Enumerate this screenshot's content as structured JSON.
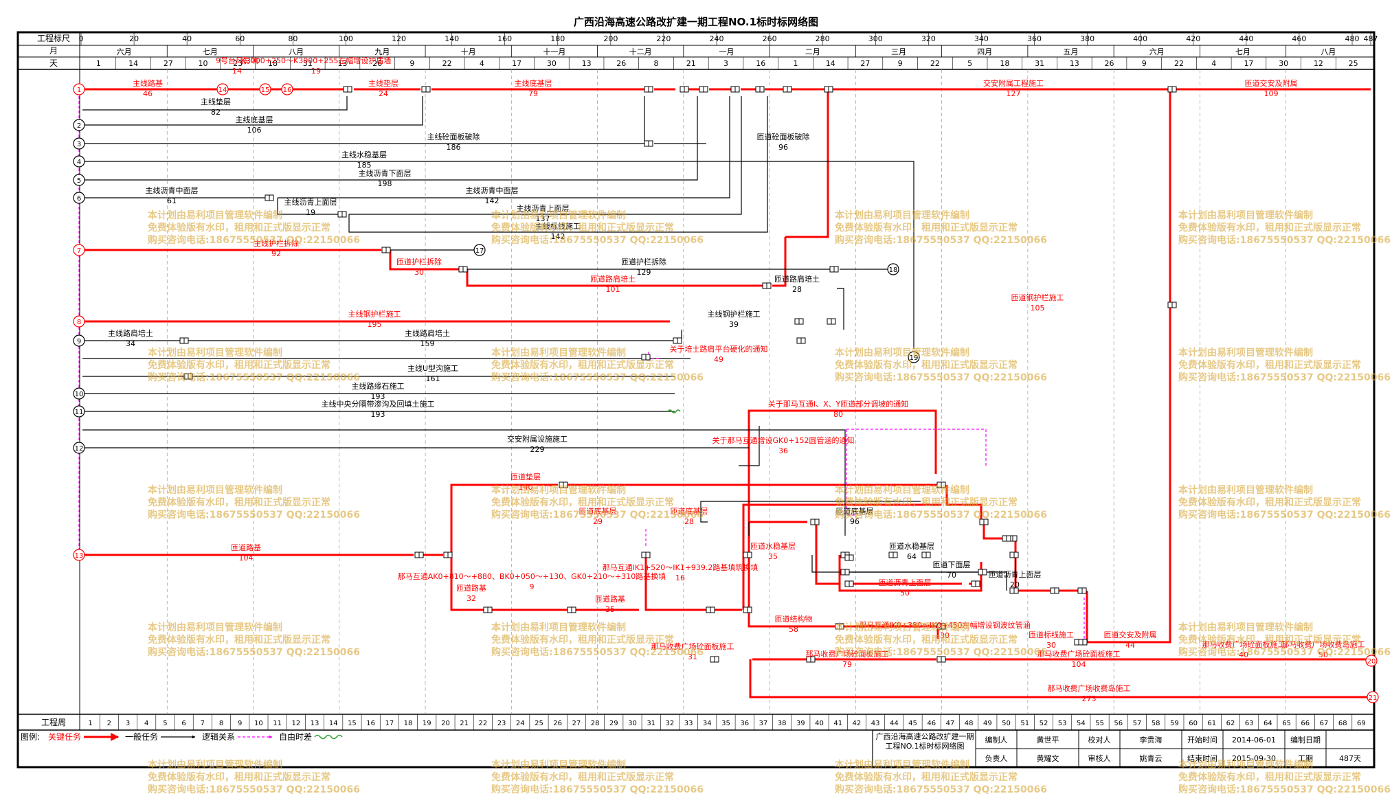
{
  "title": "广西沿海高速公路改扩建一期工程NO.1标时标网络图",
  "colors": {
    "critical": "#ff0000",
    "normal": "#000000",
    "free": "#ff00ff",
    "logic": "#000000",
    "wave": "#2ca02c",
    "grid": "#888888",
    "watermark": "#d9a93d"
  },
  "axis": {
    "top_label": "工程标尺",
    "month_label": "月",
    "day_label": "天",
    "week_label": "工程周",
    "scale_ticks": [
      "0",
      "20",
      "40",
      "60",
      "80",
      "100",
      "120",
      "140",
      "160",
      "180",
      "200",
      "220",
      "240",
      "260",
      "280",
      "300",
      "320",
      "340",
      "360",
      "380",
      "400",
      "420",
      "440",
      "460",
      "480",
      "487"
    ],
    "months": [
      "六月",
      "七月",
      "八月",
      "九月",
      "十月",
      "十一月",
      "十二月",
      "一月",
      "二月",
      "三月",
      "四月",
      "五月",
      "六月",
      "七月",
      "八月"
    ],
    "days": [
      "1",
      "14",
      "27",
      "10",
      "23",
      "18",
      "31",
      "13",
      "26",
      "9",
      "22",
      "4",
      "17",
      "30",
      "13",
      "26",
      "8",
      "21",
      "3",
      "16",
      "1",
      "14",
      "27",
      "9",
      "22",
      "5",
      "18",
      "31",
      "13",
      "26",
      "9",
      "22",
      "4",
      "17",
      "30",
      "12",
      "25"
    ],
    "weeks": [
      "1",
      "2",
      "3",
      "4",
      "5",
      "6",
      "7",
      "8",
      "9",
      "10",
      "11",
      "12",
      "13",
      "14",
      "15",
      "16",
      "17",
      "18",
      "19",
      "20",
      "21",
      "22",
      "23",
      "24",
      "25",
      "26",
      "27",
      "28",
      "29",
      "30",
      "31",
      "32",
      "33",
      "34",
      "35",
      "36",
      "37",
      "38",
      "39",
      "40",
      "41",
      "42",
      "43",
      "44",
      "45",
      "46",
      "47",
      "48",
      "49",
      "50",
      "51",
      "52",
      "53",
      "54",
      "55",
      "56",
      "57",
      "58",
      "59",
      "60",
      "61",
      "62",
      "63",
      "64",
      "65",
      "66",
      "67",
      "68",
      "69"
    ]
  },
  "nodes": [
    "1",
    "2",
    "3",
    "4",
    "5",
    "6",
    "7",
    "8",
    "9",
    "10",
    "11",
    "12",
    "13",
    "14",
    "15",
    "16",
    "17",
    "18",
    "19",
    "20",
    "21"
  ],
  "tasks": [
    {
      "name": "主线路基",
      "dur": "46"
    },
    {
      "name": "主线垫层",
      "dur": "82"
    },
    {
      "name": "9号台风影响",
      "dur": "14"
    },
    {
      "name": "K3000+250～K3000+255左幅增设护盾墙",
      "dur": "19"
    },
    {
      "name": "主线垫层",
      "dur": "24"
    },
    {
      "name": "主线底基层",
      "dur": "79"
    },
    {
      "name": "主线底基层",
      "dur": "106"
    },
    {
      "name": "主线砼面板破除",
      "dur": "186"
    },
    {
      "name": "匝道砼面板破除",
      "dur": "96"
    },
    {
      "name": "主线水稳基层",
      "dur": "185"
    },
    {
      "name": "主线沥青下面层",
      "dur": "198"
    },
    {
      "name": "主线沥青中面层",
      "dur": "61"
    },
    {
      "name": "主线沥青上面层",
      "dur": "19"
    },
    {
      "name": "主线沥青中面层",
      "dur": "142"
    },
    {
      "name": "主线沥青上面层",
      "dur": "137"
    },
    {
      "name": "主线标线施工",
      "dur": "142"
    },
    {
      "name": "主线护栏拆除",
      "dur": "92"
    },
    {
      "name": "匝道护栏拆除",
      "dur": "30"
    },
    {
      "name": "匝道护栏拆除",
      "dur": "129"
    },
    {
      "name": "匝道路肩培土",
      "dur": "101"
    },
    {
      "name": "匝道路肩培土",
      "dur": "28"
    },
    {
      "name": "匝道钢护栏施工",
      "dur": "105"
    },
    {
      "name": "主线钢护栏施工",
      "dur": "195"
    },
    {
      "name": "主线钢护栏施工",
      "dur": "39"
    },
    {
      "name": "主线路肩培土",
      "dur": "34"
    },
    {
      "name": "主线路肩培土",
      "dur": "159"
    },
    {
      "name": "关于培土路肩平台硬化的通知",
      "dur": "49"
    },
    {
      "name": "主线U型沟施工",
      "dur": "161"
    },
    {
      "name": "主线路缘石施工",
      "dur": "193"
    },
    {
      "name": "主线中央分隔带渗沟及回填土施工",
      "dur": "193"
    },
    {
      "name": "交安附属设施施工",
      "dur": "229"
    },
    {
      "name": "交安附属工程施工",
      "dur": "127"
    },
    {
      "name": "匝道交安及附属",
      "dur": "109"
    },
    {
      "name": "匝道路基",
      "dur": "104"
    },
    {
      "name": "匝道垫层",
      "dur": "140"
    },
    {
      "name": "匝道底基层",
      "dur": "29"
    },
    {
      "name": "匝道底基层",
      "dur": "28"
    },
    {
      "name": "匝道底基层",
      "dur": "96"
    },
    {
      "name": "匝道路基",
      "dur": "32"
    },
    {
      "name": "那马互通AK0+810～+880、BK0+050～+130、GK0+210～+310路基换填",
      "dur": "9"
    },
    {
      "name": "匝道路基",
      "dur": "35"
    },
    {
      "name": "那马互通IK1+520～IK1+939.2路基填筑换填",
      "dur": "16"
    },
    {
      "name": "匝道水稳基层",
      "dur": "35"
    },
    {
      "name": "匝道水稳基层",
      "dur": "64"
    },
    {
      "name": "匝道下面层",
      "dur": "70"
    },
    {
      "name": "匝道沥青上面层",
      "dur": "50"
    },
    {
      "name": "匝道沥青上面层",
      "dur": "20"
    },
    {
      "name": "匝道结构物",
      "dur": "58"
    },
    {
      "name": "那马收费广场砼面板施工",
      "dur": "31"
    },
    {
      "name": "那马收费广场砼面板施工",
      "dur": "79"
    },
    {
      "name": "那马收费广场砼面板施工",
      "dur": "104"
    },
    {
      "name": "那马收费广场收费岛施工",
      "dur": "273"
    },
    {
      "name": "关于那马互通I、X、Y匝道部分调坡的通知",
      "dur": "80"
    },
    {
      "name": "关于那马互通增设GK0+152圆管涵的通知",
      "dur": "36"
    },
    {
      "name": "匝道标线施工",
      "dur": "30"
    },
    {
      "name": "匝道交安及附属",
      "dur": "44"
    },
    {
      "name": "那马收费广场砼面板施工",
      "dur": "40"
    },
    {
      "name": "那马收费广场收费岛施工",
      "dur": "50"
    },
    {
      "name": "那马互通IK0+380～IK0+450左幅增设钢波纹管涵",
      "dur": "30"
    }
  ],
  "watermark": {
    "line1": "本计划由易利项目管理软件编制",
    "line2": "免费体验版有水印，租用和正式版显示正常",
    "line3": "购买咨询电话:18675550537 QQ:22150066"
  },
  "legend": {
    "label": "图例:",
    "critical": "关键任务",
    "normal": "一般任务",
    "logic": "逻辑关系",
    "free": "自由时差"
  },
  "titleblock": {
    "project": "广西沿海高速公路改扩建一期工程NO.1标时标网络图",
    "compiler_label": "编制人",
    "compiler": "黄世平",
    "checker_label": "校对人",
    "checker": "李贵海",
    "start_label": "开始时间",
    "start": "2014-06-01",
    "date_label": "编制日期",
    "lead_label": "负责人",
    "lead": "黄耀文",
    "reviewer_label": "审核人",
    "reviewer": "姚青云",
    "end_label": "结束时间",
    "end": "2015-09-30",
    "period_label": "工期",
    "period": "487天"
  }
}
